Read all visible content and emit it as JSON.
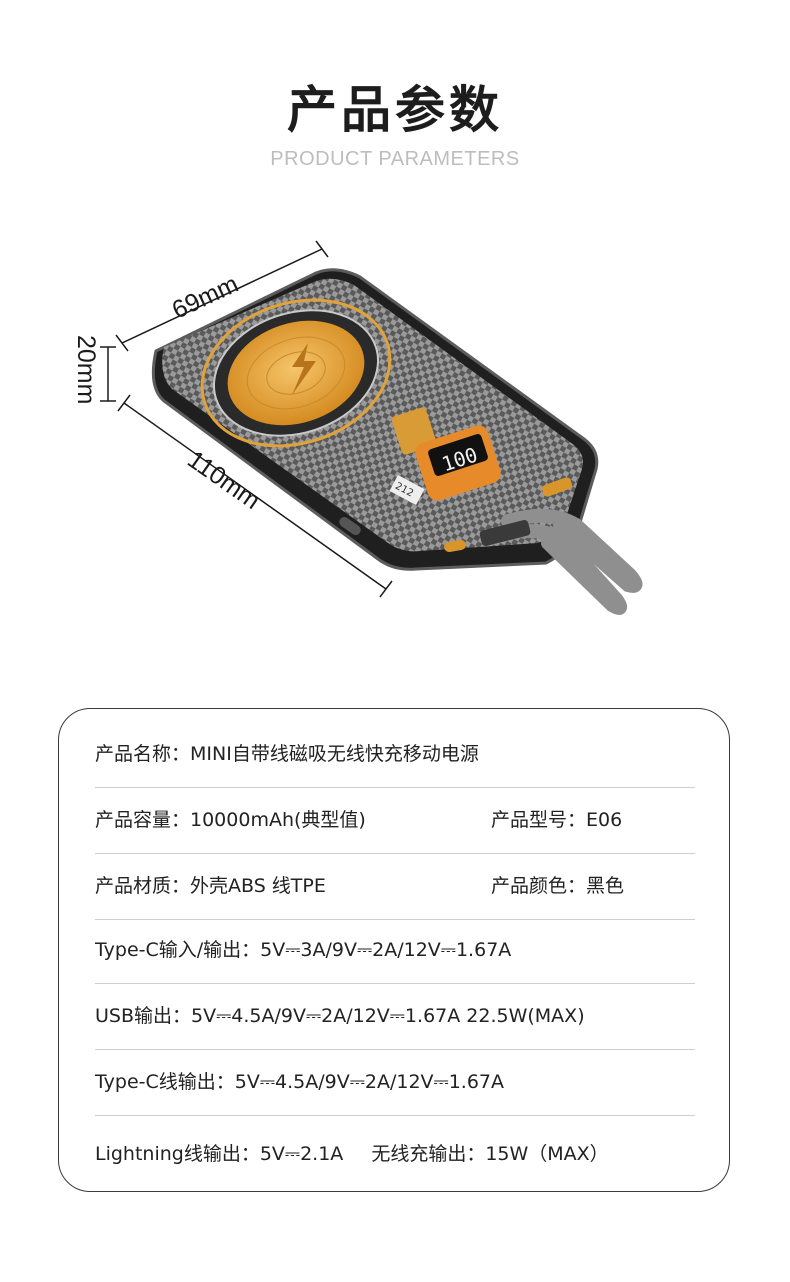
{
  "header": {
    "title": "产品参数",
    "subtitle": "PRODUCT PARAMETERS"
  },
  "dimensions": {
    "width": "69mm",
    "thickness": "20mm",
    "length": "110mm"
  },
  "product_image": {
    "screen_readout": "100",
    "label_text": "212",
    "body_color": "#2b2b2b",
    "accent_color": "#e89b2c",
    "cable_color": "#8f8f8f"
  },
  "params": {
    "name": "产品名称：MINI自带线磁吸无线快充移动电源",
    "capacity": "产品容量：10000mAh(典型值)",
    "model": "产品型号：E06",
    "material": "产品材质：外壳ABS  线TPE",
    "color": "产品颜色：黑色",
    "typec_io": "Type-C输入/输出：5V⎓3A/9V⎓2A/12V⎓1.67A",
    "usb_out": "USB输出：5V⎓4.5A/9V⎓2A/12V⎓1.67A  22.5W(MAX)",
    "typec_cable_out": "Type-C线输出：5V⎓4.5A/9V⎓2A/12V⎓1.67A",
    "lightning_out": "Lightning线输出：5V⎓2.1A",
    "wireless_out": "无线充输出：15W（MAX）"
  }
}
